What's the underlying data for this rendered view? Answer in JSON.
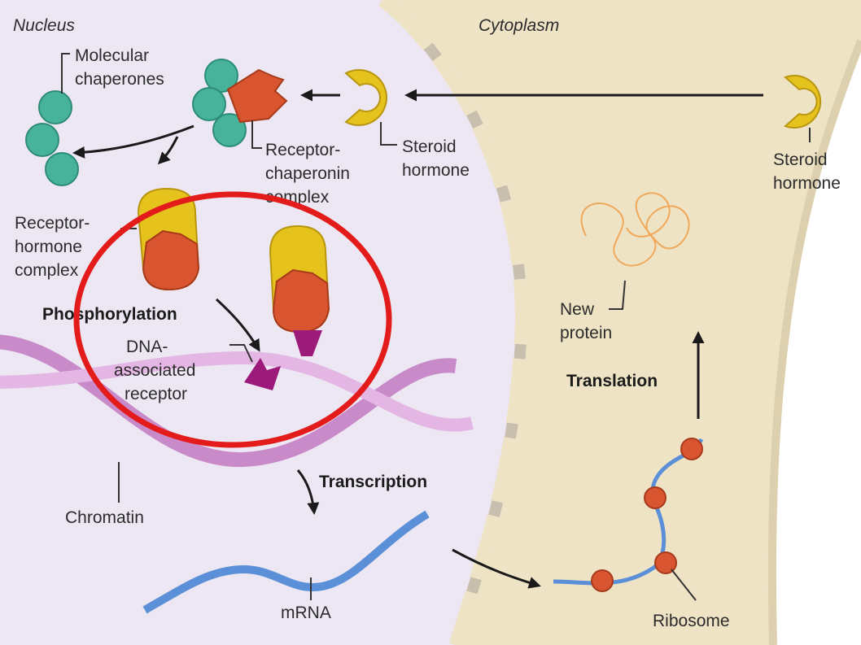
{
  "colors": {
    "nucleus": "#ece7f3",
    "cytoplasm": "#efe3c6",
    "hormone": "#e6c21c",
    "receptor": "#d8552f",
    "chaperone": "#46b39a",
    "chromatin": "#c98ac9",
    "mrna": "#5b8fd8",
    "highlight": "#e31b1b",
    "phospho": "#9b1a7a"
  },
  "regions": {
    "nucleus": "Nucleus",
    "cytoplasm": "Cytoplasm"
  },
  "labels": {
    "molecular_chaperones": [
      "Molecular",
      "chaperones"
    ],
    "receptor_chaperonin": [
      "Receptor-",
      "chaperonin",
      "complex"
    ],
    "steroid_hormone_nucleus": [
      "Steroid",
      "hormone"
    ],
    "steroid_hormone_cytoplasm": [
      "Steroid",
      "hormone"
    ],
    "receptor_hormone": [
      "Receptor-",
      "hormone",
      "complex"
    ],
    "dna_receptor": [
      "DNA-",
      "associated",
      "receptor"
    ],
    "chromatin": "Chromatin",
    "mrna": "mRNA",
    "new_protein": [
      "New",
      "protein"
    ],
    "ribosome": "Ribosome"
  },
  "processes": {
    "phosphorylation": "Phosphorylation",
    "transcription": "Transcription",
    "translation": "Translation"
  }
}
